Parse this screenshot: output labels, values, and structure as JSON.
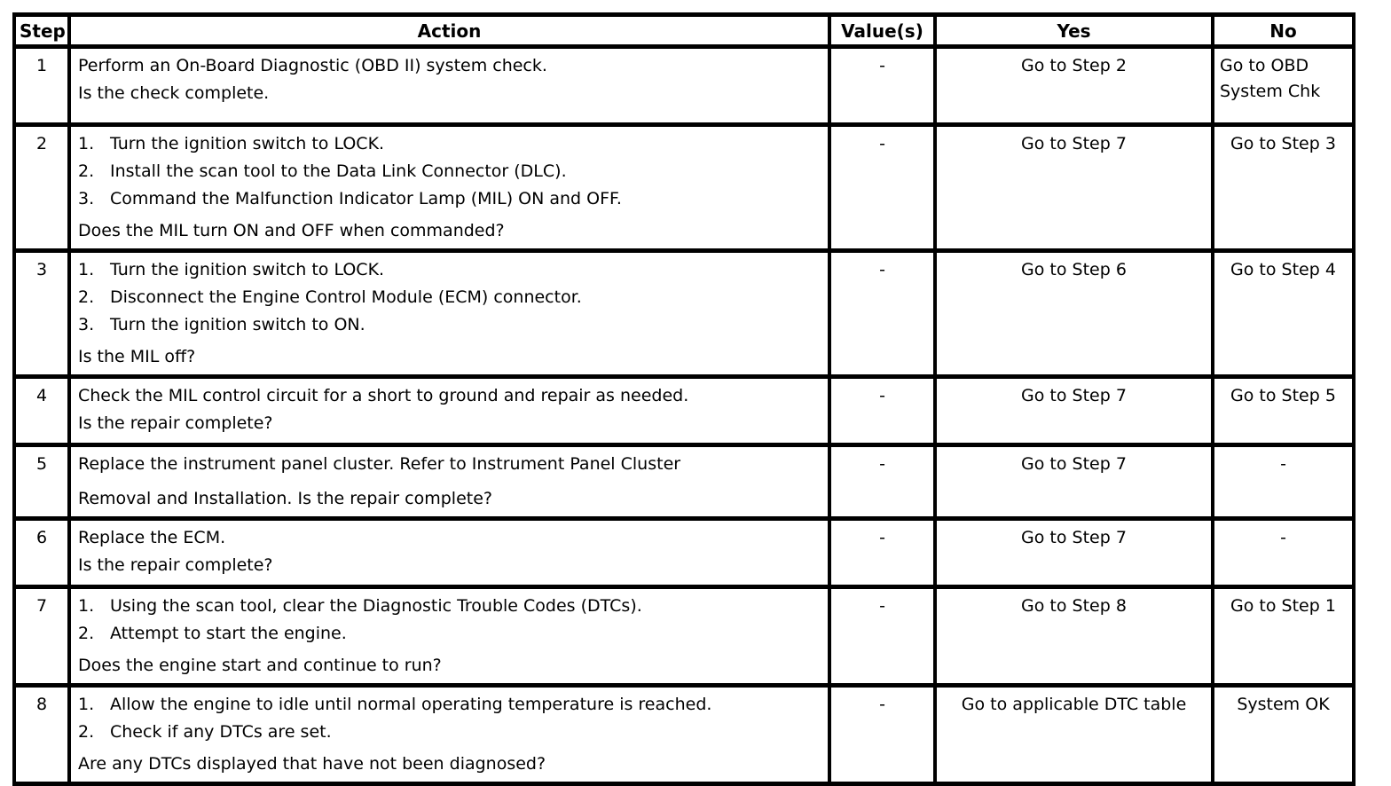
{
  "table": {
    "headers": {
      "step": "Step",
      "action": "Action",
      "values": "Value(s)",
      "yes": "Yes",
      "no": "No"
    },
    "rows": [
      {
        "step": "1",
        "action": {
          "lines": [
            "Perform an On-Board Diagnostic (OBD II) system check."
          ],
          "question": "Is the check complete."
        },
        "value": "-",
        "yes": "Go to Step 2",
        "no": "Go to OBD System Chk"
      },
      {
        "step": "2",
        "action": {
          "list": [
            {
              "num": "1.",
              "text": "Turn the ignition switch to LOCK."
            },
            {
              "num": "2.",
              "text": "Install the scan tool to the Data Link Connector (DLC)."
            },
            {
              "num": "3.",
              "text": "Command the Malfunction Indicator Lamp (MIL) ON and OFF."
            }
          ],
          "question": "Does the MIL turn ON and OFF when commanded?"
        },
        "value": "-",
        "yes": "Go to Step 7",
        "no": "Go to Step 3"
      },
      {
        "step": "3",
        "action": {
          "list": [
            {
              "num": "1.",
              "text": "Turn the ignition switch to LOCK."
            },
            {
              "num": "2.",
              "text": "Disconnect the Engine Control Module (ECM) connector."
            },
            {
              "num": "3.",
              "text": "Turn the ignition switch to ON."
            }
          ],
          "question": "Is the MIL off?"
        },
        "value": "-",
        "yes": "Go to Step 6",
        "no": "Go to Step 4"
      },
      {
        "step": "4",
        "action": {
          "lines": [
            "Check the MIL control circuit for a short to ground and repair as needed."
          ],
          "question": "Is the repair complete?"
        },
        "value": "-",
        "yes": "Go to Step 7",
        "no": "Go to Step 5"
      },
      {
        "step": "5",
        "action": {
          "lines": [
            "Replace the instrument panel cluster. Refer to Instrument Panel Cluster",
            "Removal and Installation. Is the repair complete?"
          ]
        },
        "value": "-",
        "yes": "Go to Step 7",
        "no": "-"
      },
      {
        "step": "6",
        "action": {
          "lines": [
            "Replace the ECM."
          ],
          "question": "Is the repair complete?"
        },
        "value": "-",
        "yes": "Go to Step 7",
        "no": "-"
      },
      {
        "step": "7",
        "action": {
          "list": [
            {
              "num": "1.",
              "text": "Using the scan tool, clear the Diagnostic Trouble Codes (DTCs)."
            },
            {
              "num": "2.",
              "text": "Attempt to start the engine."
            }
          ],
          "question": "Does the engine start and continue to run?"
        },
        "value": "-",
        "yes": "Go to Step 8",
        "no": "Go to Step 1"
      },
      {
        "step": "8",
        "action": {
          "list": [
            {
              "num": "1.",
              "text": "Allow the engine to idle until normal operating temperature is reached."
            },
            {
              "num": "2.",
              "text": "Check if any DTCs are set."
            }
          ],
          "question": "Are any DTCs displayed that have not been diagnosed?"
        },
        "value": "-",
        "yes": "Go to applicable DTC table",
        "no": "System OK"
      }
    ]
  }
}
